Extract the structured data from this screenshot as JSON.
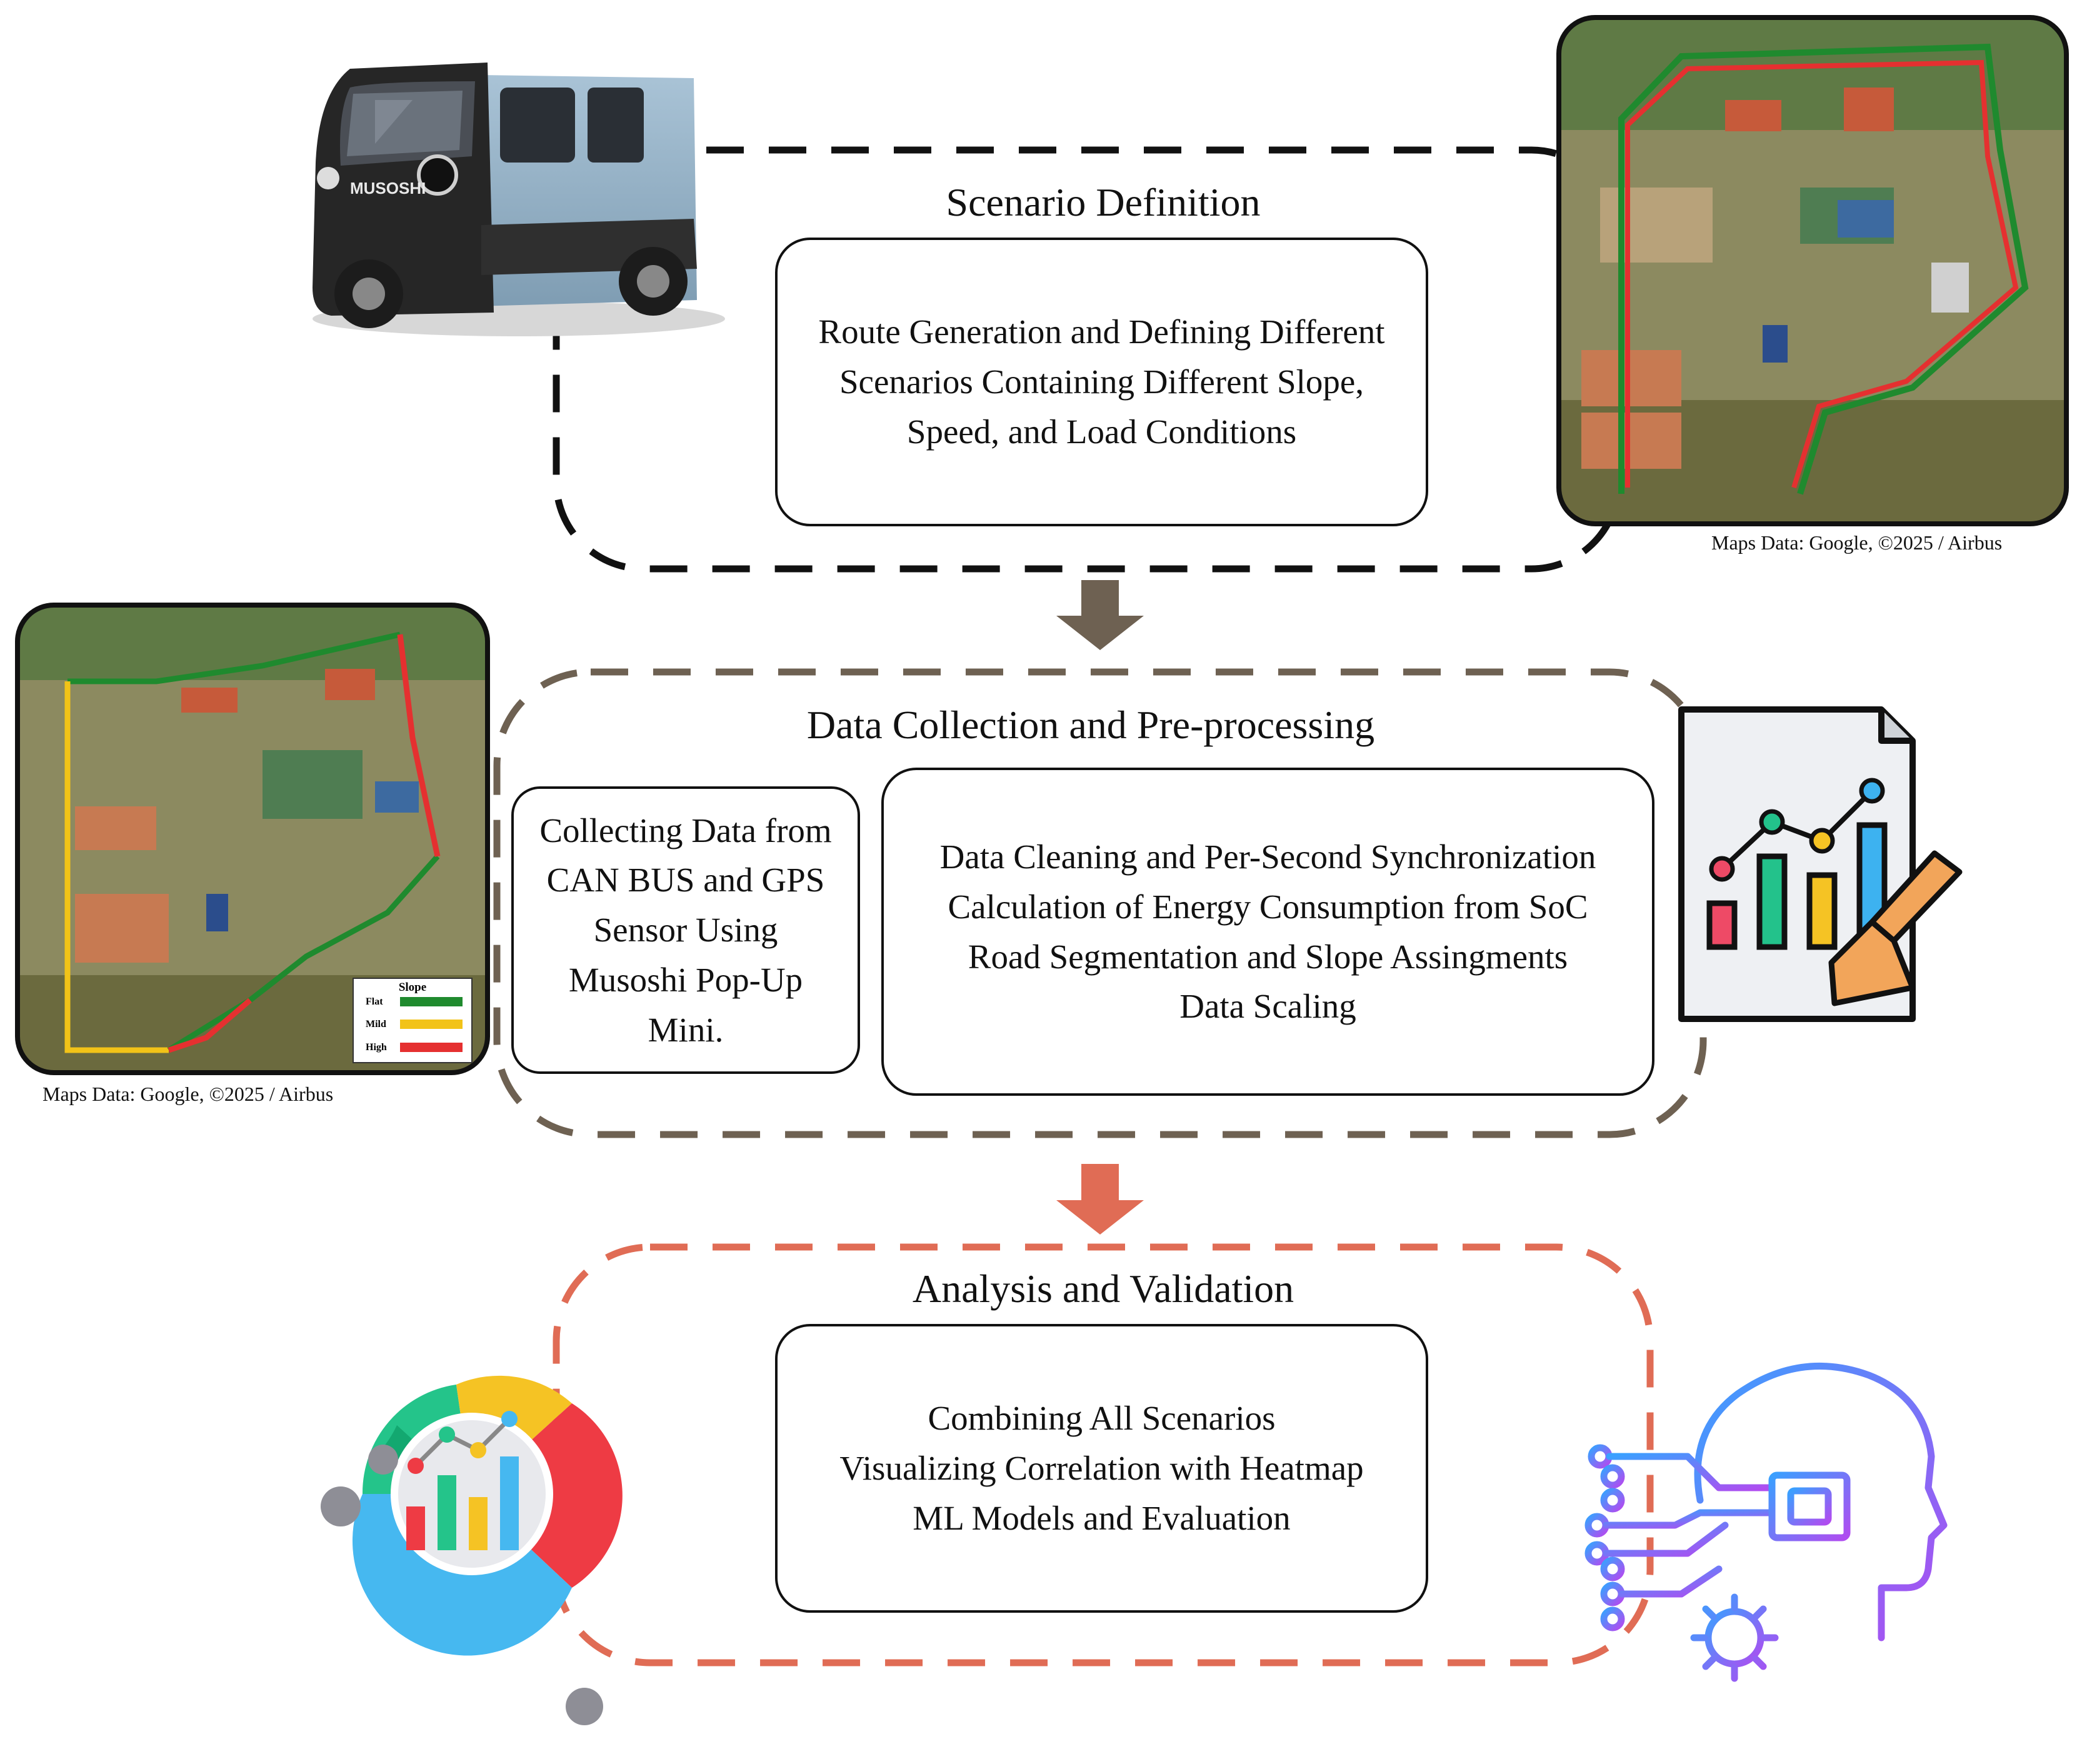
{
  "stage1": {
    "title": "Scenario Definition",
    "lines": [
      "Route Generation and Defining Different",
      "Scenarios Containing Different Slope,",
      "Speed, and Load Conditions"
    ]
  },
  "stage2": {
    "title": "Data Collection and Pre-processing",
    "left_lines": [
      "Collecting Data from",
      "CAN BUS and GPS",
      "Sensor Using",
      "Musoshi Pop-Up",
      "Mini."
    ],
    "right_lines": [
      "Data Cleaning and Per-Second Synchronization",
      "Calculation of Energy Consumption from SoC",
      "Road Segmentation and Slope Assingments",
      "Data Scaling"
    ]
  },
  "stage3": {
    "title": "Analysis and Validation",
    "lines": [
      "Combining All Scenarios",
      "Visualizing Correlation with Heatmap",
      "ML Models and Evaluation"
    ]
  },
  "vehicle": {
    "brand": "MUSOSHI"
  },
  "map_top": {
    "credit": "Maps Data: Google, ©2025 / Airbus"
  },
  "map_left": {
    "credit": "Maps Data: Google, ©2025 / Airbus",
    "legend_title": "Slope",
    "legend": [
      {
        "label": "Flat",
        "color": "#1f8a2e"
      },
      {
        "label": "Mild",
        "color": "#f2c318"
      },
      {
        "label": "High",
        "color": "#e53030"
      }
    ]
  },
  "colors": {
    "stage1": "#111111",
    "stage2": "#6e6152",
    "stage3": "#e06c55"
  }
}
